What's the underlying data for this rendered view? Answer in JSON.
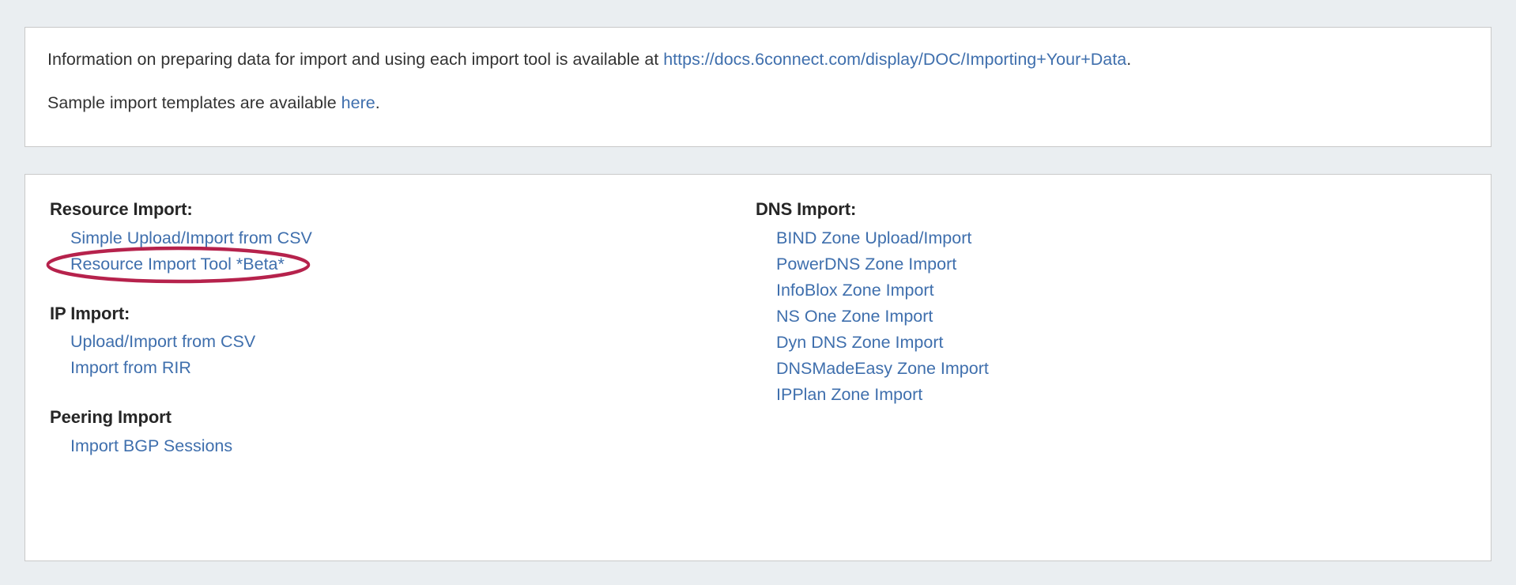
{
  "info_panel": {
    "line1_prefix": "Information on preparing data for import and using each import tool is available at ",
    "line1_link": "https://docs.6connect.com/display/DOC/Importing+Your+Data",
    "line1_suffix": ".",
    "line2_prefix": "Sample import templates are available ",
    "line2_link": "here",
    "line2_suffix": "."
  },
  "tools_panel": {
    "left_groups": [
      {
        "title": "Resource Import:",
        "links": [
          "Simple Upload/Import from CSV",
          "Resource Import Tool *Beta*"
        ]
      },
      {
        "title": "IP Import:",
        "links": [
          "Upload/Import from CSV",
          "Import from RIR"
        ]
      },
      {
        "title": "Peering Import",
        "links": [
          "Import BGP Sessions"
        ]
      }
    ],
    "right_groups": [
      {
        "title": "DNS Import:",
        "links": [
          "BIND Zone Upload/Import",
          "PowerDNS Zone Import",
          "InfoBlox Zone Import",
          "NS One Zone Import",
          "Dyn DNS Zone Import",
          "DNSMadeEasy Zone Import",
          "IPPlan Zone Import"
        ]
      }
    ]
  },
  "annotation": {
    "target_label": "Resource Import Tool *Beta*",
    "shape": "ellipse",
    "color": "#b6224c"
  },
  "theme": {
    "page_background": "#eaeef1",
    "panel_background": "#ffffff",
    "panel_border": "#c9c9c9",
    "link_color": "#3f6fad",
    "text_color": "#333333",
    "heading_color": "#262626"
  }
}
